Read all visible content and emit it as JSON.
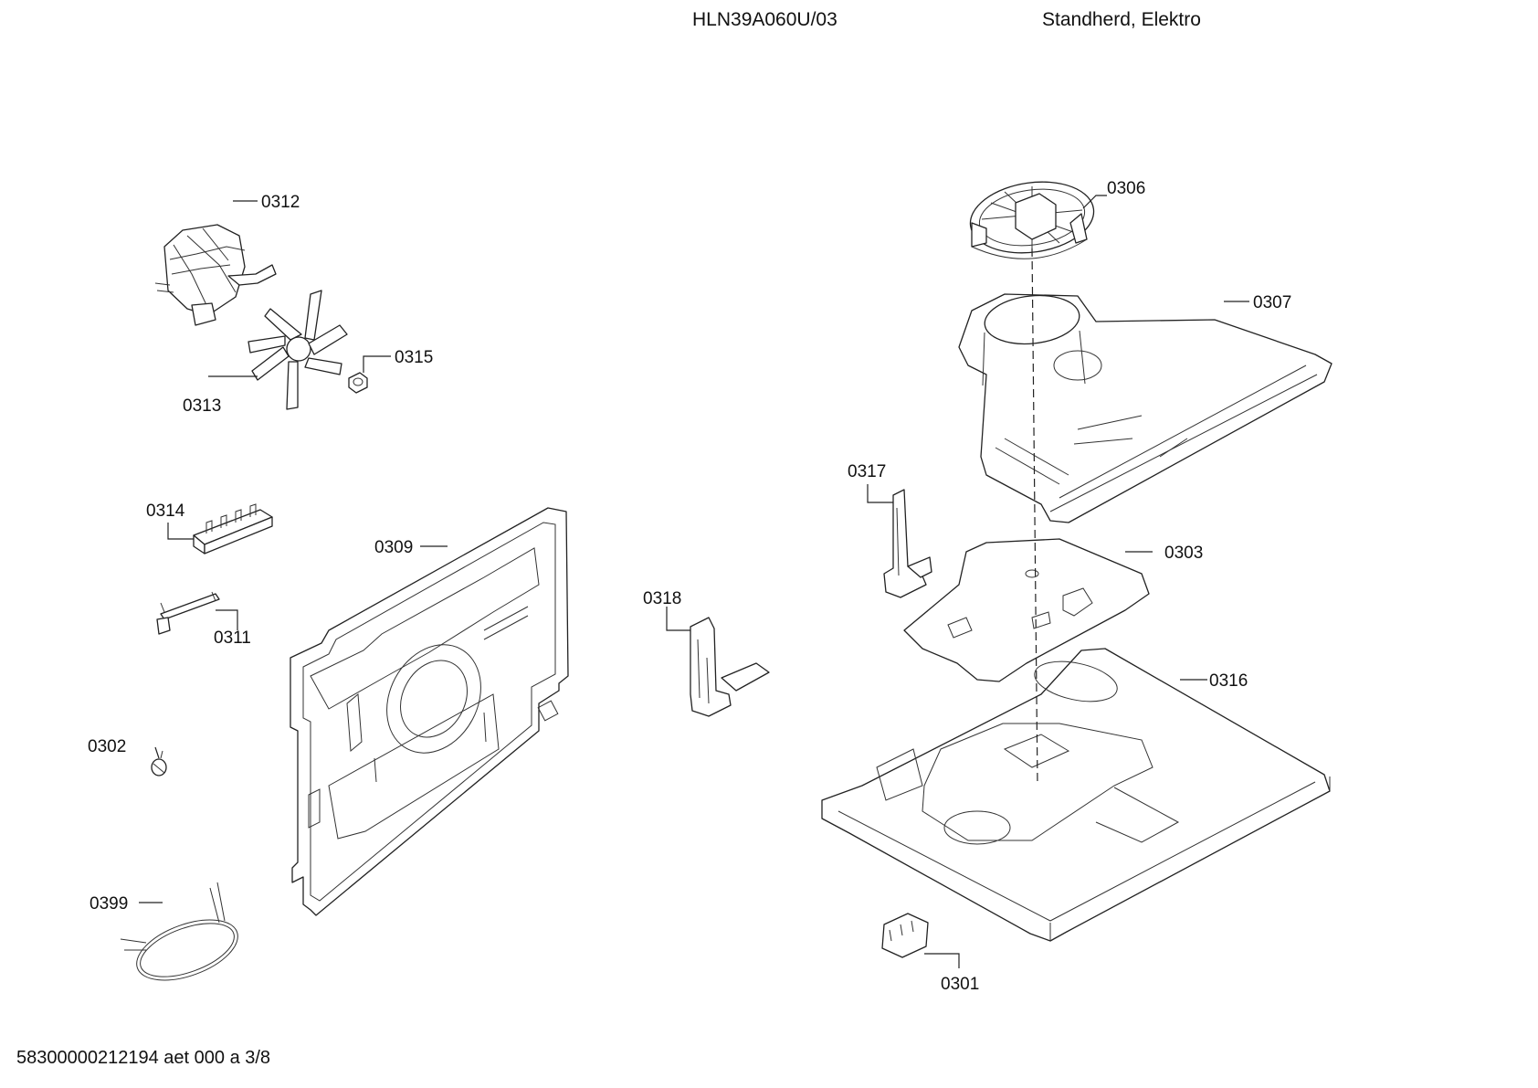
{
  "header": {
    "model": "HLN39A060U/03",
    "category": "Standherd, Elektro"
  },
  "footer": {
    "doc_id": "58300000212194 aet 000 a 3/8"
  },
  "callouts": {
    "c0312": "0312",
    "c0313": "0313",
    "c0315": "0315",
    "c0314": "0314",
    "c0311": "0311",
    "c0309": "0309",
    "c0302": "0302",
    "c0399": "0399",
    "c0318": "0318",
    "c0317": "0317",
    "c0306": "0306",
    "c0307": "0307",
    "c0303": "0303",
    "c0316": "0316",
    "c0301": "0301"
  }
}
